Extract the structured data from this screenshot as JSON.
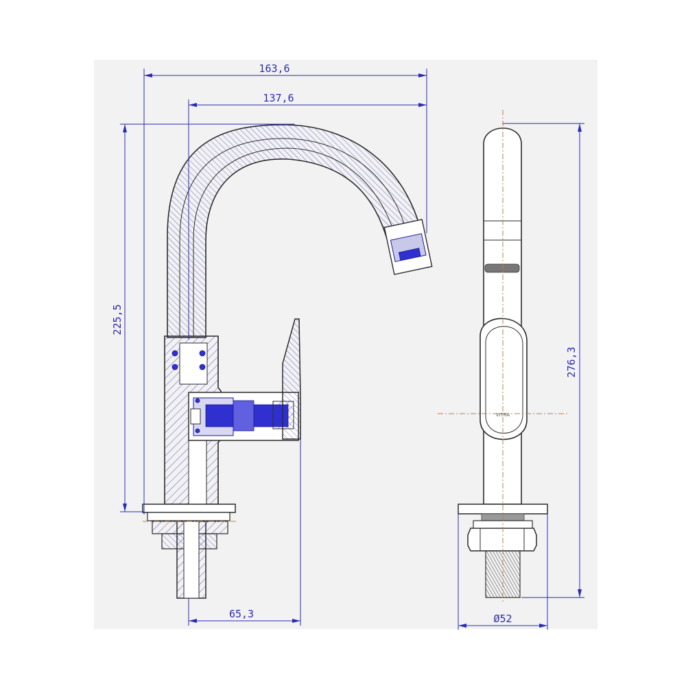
{
  "drawing": {
    "dimensions": {
      "overall_width": "163,6",
      "spout_reach": "137,6",
      "spout_height": "225,5",
      "total_height": "276,3",
      "body_offset": "65,3",
      "base_diameter": "Ø52"
    },
    "brand_mark": "VITRA",
    "colors": {
      "dimension_lines": "#2a2ab8",
      "outline": "#2b2b2b",
      "center_lines": "#c77b3a",
      "background_panel": "#f2f2f2"
    }
  }
}
